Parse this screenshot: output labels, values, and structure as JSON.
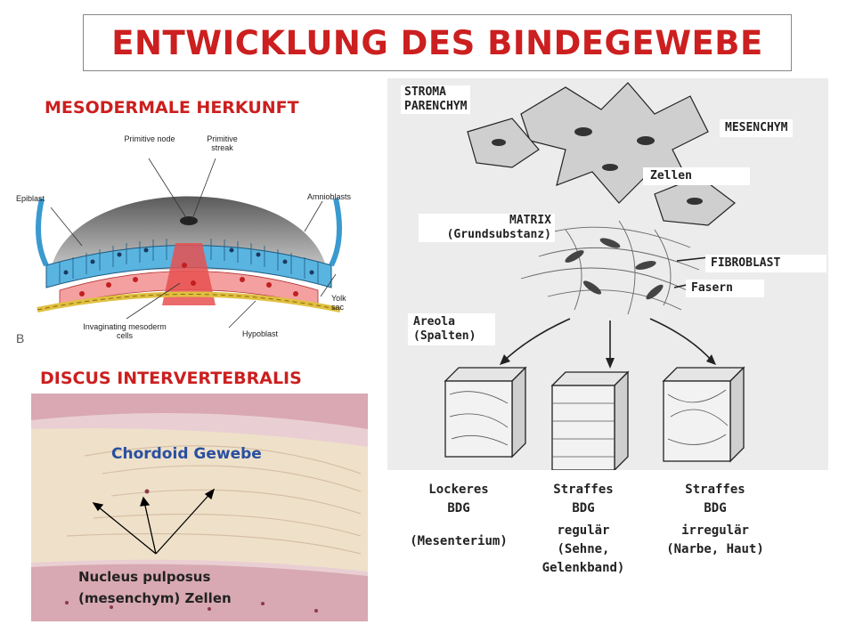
{
  "title": "ENTWICKLUNG DES BINDEGEWEBE",
  "left_top": {
    "heading": "MESODERMALE HERKUNFT",
    "figure_labels": {
      "primitive_node": "Primitive node",
      "primitive_streak": "Primitive streak",
      "epiblast": "Epiblast",
      "amnioblasts": "Amnioblasts",
      "yolk_sac": "Yolk sac",
      "invaginating": "Invaginating mesoderm cells",
      "hypoblast": "Hypoblast",
      "panel_letter": "B"
    }
  },
  "left_bottom": {
    "heading": "DISCUS INTERVERTEBRALIS",
    "tissue_label": "Chordoid Gewebe",
    "cells_label_line1": "Nucleus pulposus",
    "cells_label_line2": "(mesenchym) Zellen"
  },
  "right": {
    "labels": {
      "stroma": "STROMA",
      "parenchym": "PARENCHYM",
      "mesenchym": "MESENCHYM",
      "zellen": "Zellen",
      "matrix": "MATRIX",
      "grundsubstanz": "(Grundsubstanz)",
      "fibroblast": "FIBROBLAST",
      "fasern": "Fasern",
      "areola": "Areola",
      "spalten": "(Spalten)"
    },
    "types": [
      {
        "line1": "Lockeres",
        "line2": "BDG",
        "detail1": "(Mesenterium)",
        "detail2": "",
        "detail3": ""
      },
      {
        "line1": "Straffes",
        "line2": "BDG",
        "detail1": "regulär",
        "detail2": "(Sehne,",
        "detail3": "Gelenkband)"
      },
      {
        "line1": "Straffes",
        "line2": "BDG",
        "detail1": "irregulär",
        "detail2": "(Narbe, Haut)",
        "detail3": ""
      }
    ]
  }
}
